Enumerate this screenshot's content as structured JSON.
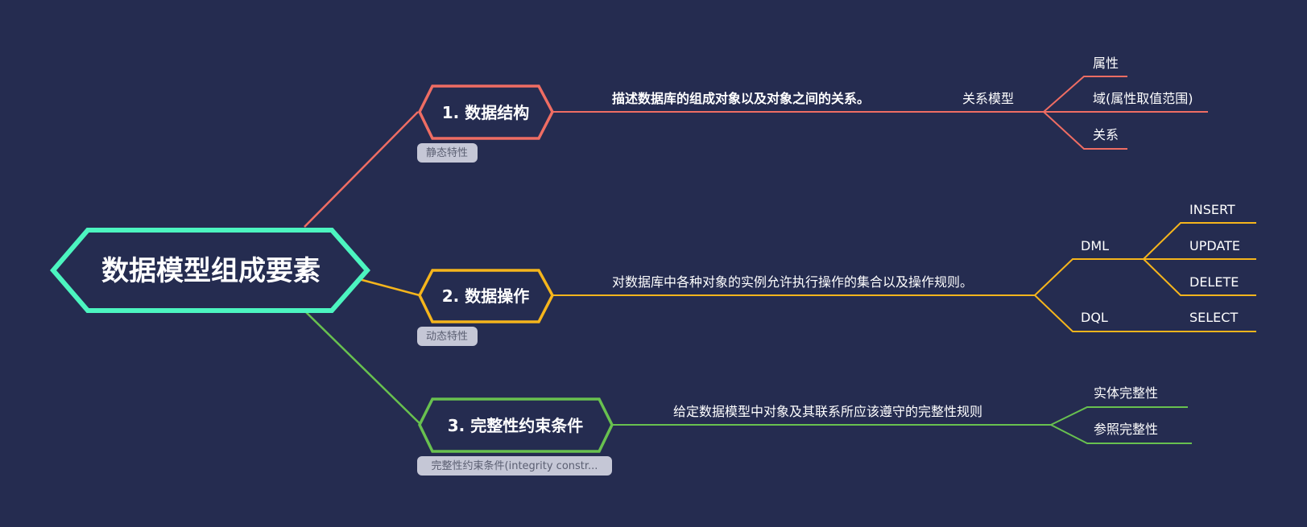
{
  "colors": {
    "background": "#252c50",
    "root": "#4cf5c0",
    "structure": "#ef6d63",
    "operation": "#f5b51c",
    "integrity": "#68c14f",
    "tag_bg": "#c5c7d6"
  },
  "root": {
    "label": "数据模型组成要素"
  },
  "branches": [
    {
      "label": "1. 数据结构",
      "tag": "静态特性",
      "description": "描述数据库的组成对象以及对象之间的关系。",
      "sub": {
        "label": "关系模型",
        "children": [
          "属性",
          "域(属性取值范围)",
          "关系"
        ]
      }
    },
    {
      "label": "2. 数据操作",
      "tag": "动态特性",
      "description": "对数据库中各种对象的实例允许执行操作的集合以及操作规则。",
      "subs": [
        {
          "label": "DML",
          "children": [
            "INSERT",
            "UPDATE",
            "DELETE"
          ]
        },
        {
          "label": "DQL",
          "children": [
            "SELECT"
          ]
        }
      ]
    },
    {
      "label": "3. 完整性约束条件",
      "tag": "完整性约束条件(integrity constr...",
      "description": "给定数据模型中对象及其联系所应该遵守的完整性规则",
      "children": [
        "实体完整性",
        "参照完整性"
      ]
    }
  ]
}
